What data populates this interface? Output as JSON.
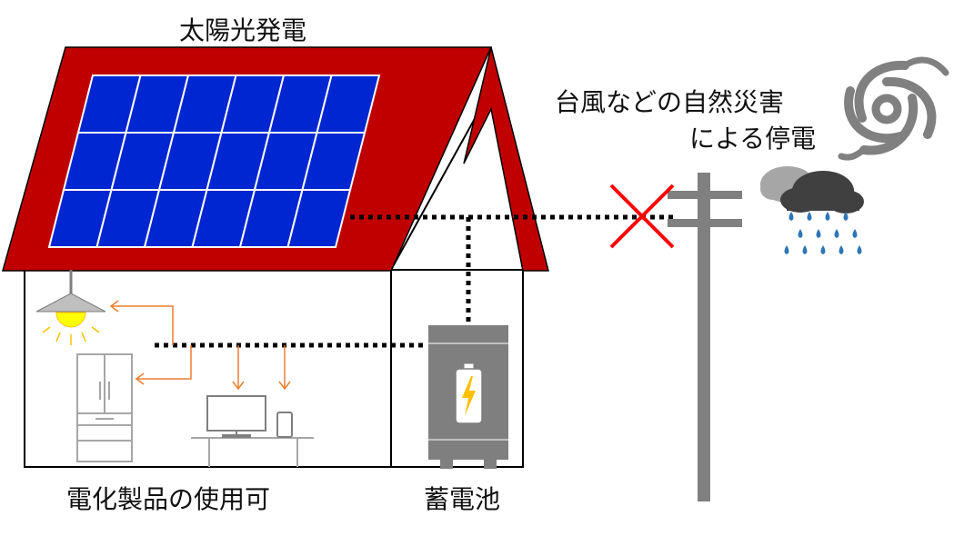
{
  "labels": {
    "solar": "太陽光発電",
    "disaster_line1": "台風などの自然災害",
    "disaster_line2": "による停電",
    "appliances": "電化製品の使用可",
    "battery": "蓄電池"
  },
  "colors": {
    "roof": "#c00000",
    "panel": "#0026d1",
    "wire_dotted": "#000000",
    "arrow": "#ed7d31",
    "pole": "#808080",
    "cross": "#ff0000",
    "lightning": "#ffc000",
    "rain": "#2e75b6",
    "cloud": "#333333"
  },
  "icons": [
    "typhoon-icon",
    "rain-cloud-icon",
    "light-bulb-icon",
    "refrigerator-icon",
    "monitor-icon",
    "smartphone-icon",
    "battery-icon",
    "utility-pole-icon",
    "cross-mark-icon"
  ]
}
